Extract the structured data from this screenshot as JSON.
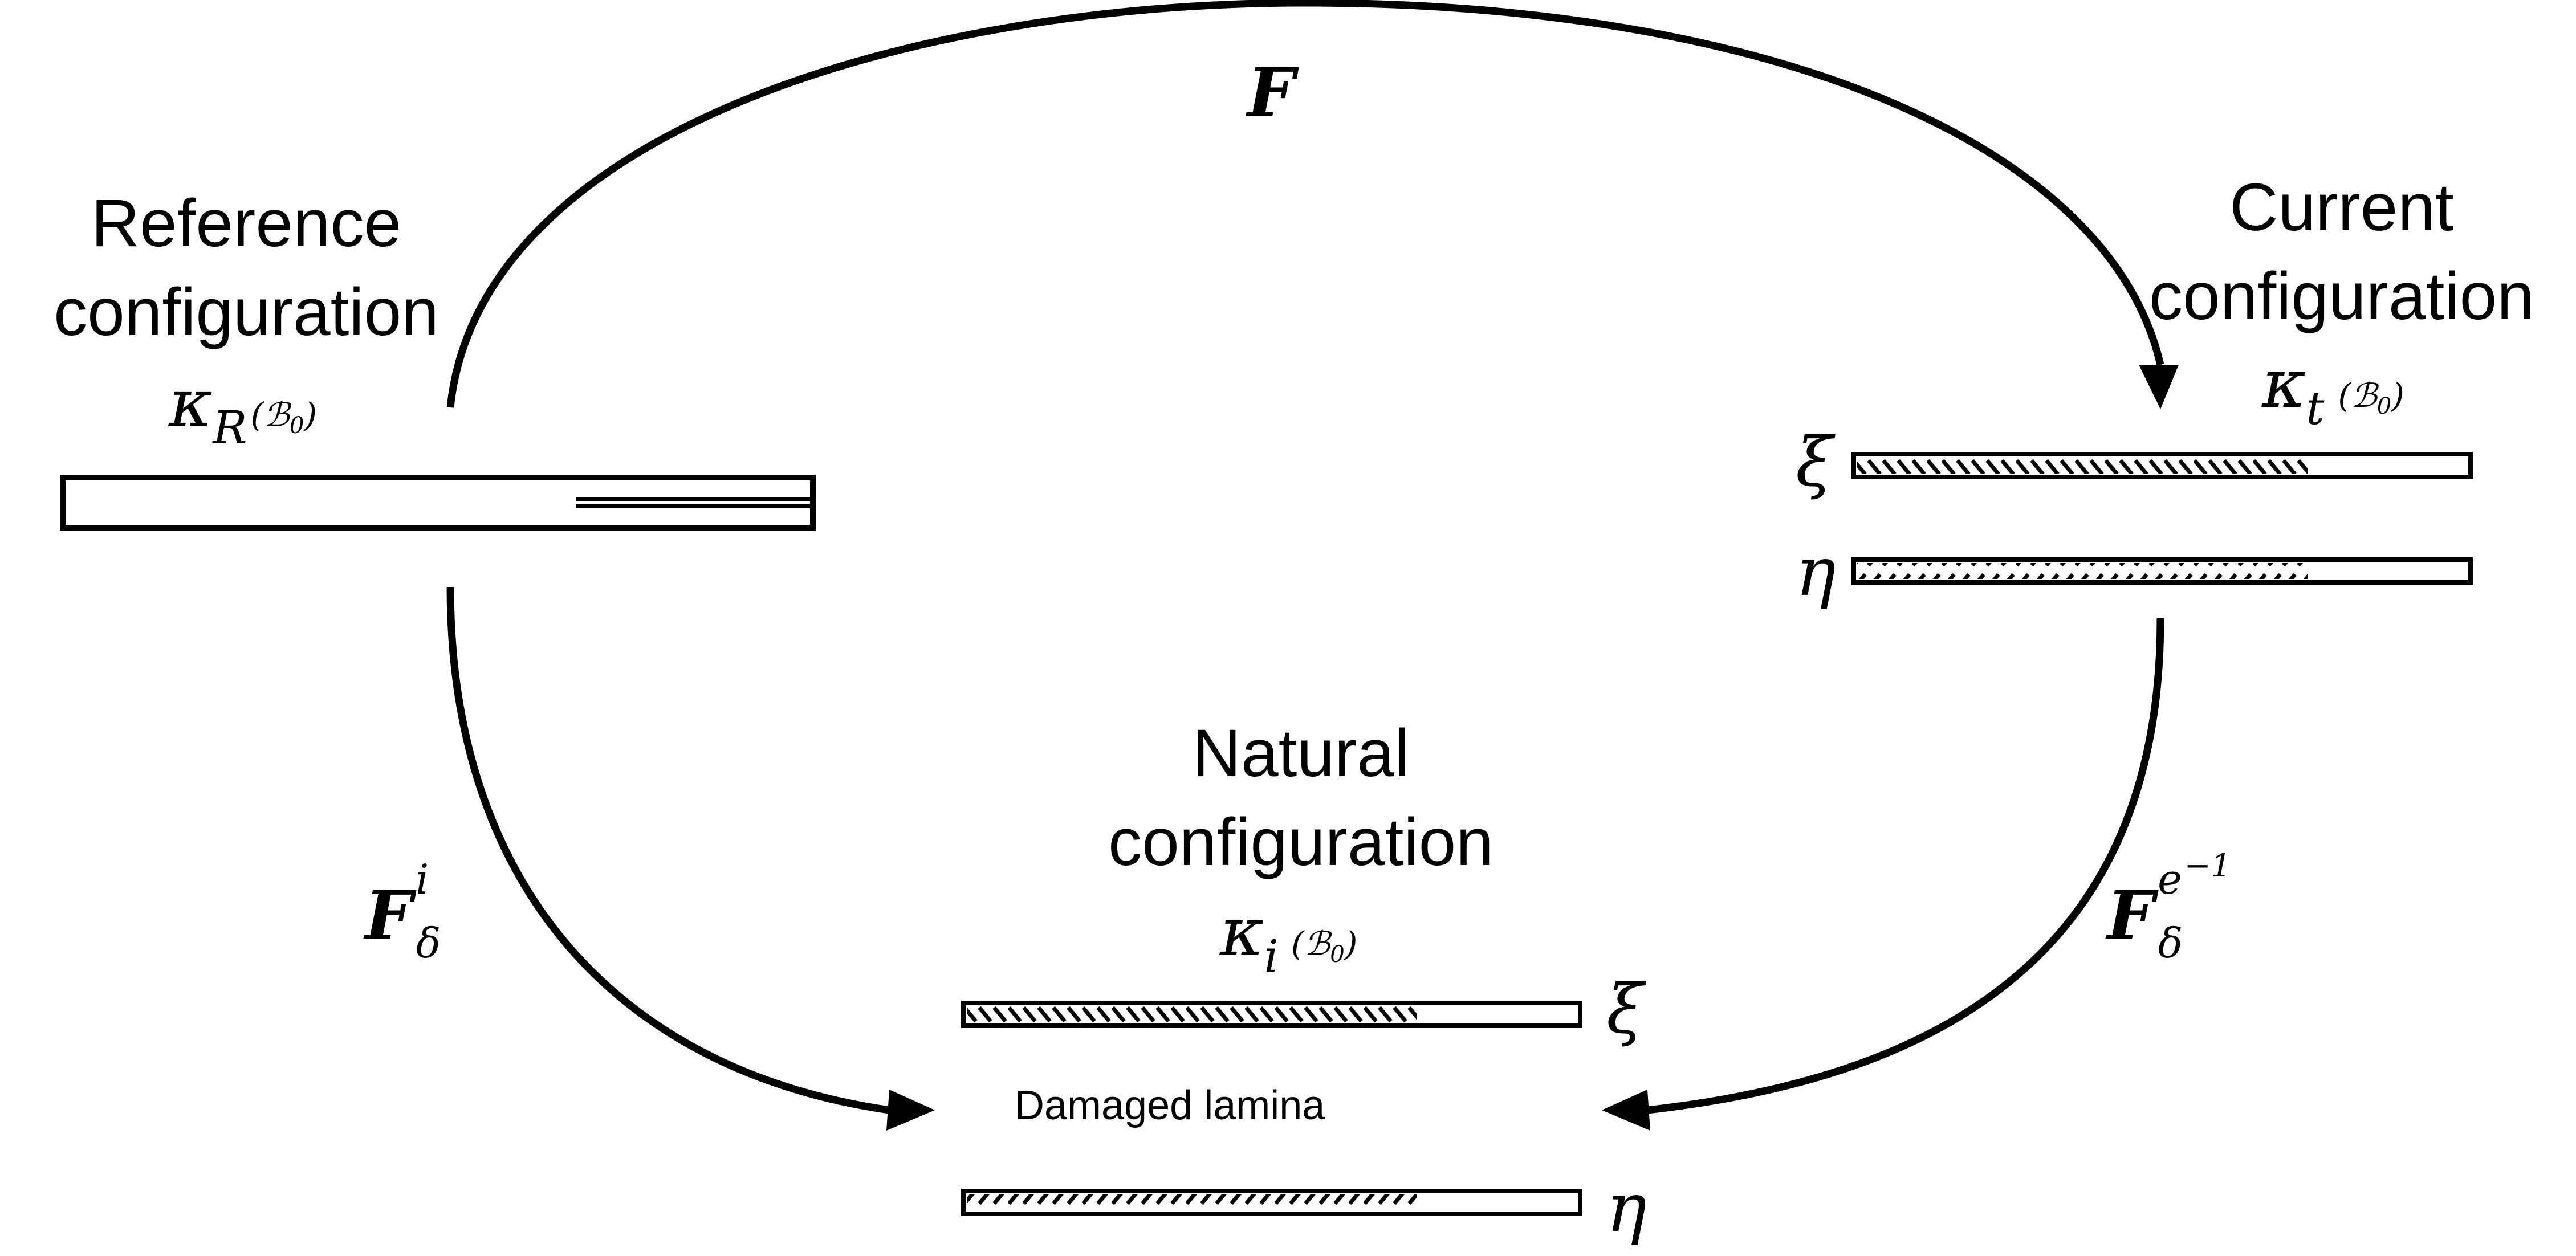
{
  "configurations": {
    "reference": {
      "title_line1": "Reference",
      "title_line2": "configuration",
      "kappa_symbol": "κ",
      "kappa_subscript": "R",
      "body_open": "(",
      "body_symbol": "ℬ",
      "body_subscript": "0",
      "body_close": ")"
    },
    "current": {
      "title_line1": "Current",
      "title_line2": "configuration",
      "kappa_symbol": "κ",
      "kappa_subscript": "t",
      "body_open": "(",
      "body_symbol": "ℬ",
      "body_subscript": "0",
      "body_close": ")",
      "layer_top_symbol": "ξ",
      "layer_bottom_symbol": "η"
    },
    "natural": {
      "title_line1": "Natural",
      "title_line2": "configuration",
      "kappa_symbol": "κ",
      "kappa_subscript": "i",
      "body_open": "(",
      "body_symbol": "ℬ",
      "body_subscript": "0",
      "body_close": ")",
      "layer_top_symbol": "ξ",
      "layer_bottom_symbol": "η",
      "damage_label": "Damaged lamina"
    }
  },
  "mappings": {
    "total": {
      "symbol": "F"
    },
    "inelastic": {
      "symbol": "F",
      "subscript": "δ",
      "superscript": "i"
    },
    "elastic_inverse": {
      "symbol": "F",
      "subscript": "δ",
      "superscript_base": "e",
      "superscript_exponent": "−1"
    }
  },
  "colors": {
    "stroke": "#000000",
    "background": "#ffffff"
  }
}
